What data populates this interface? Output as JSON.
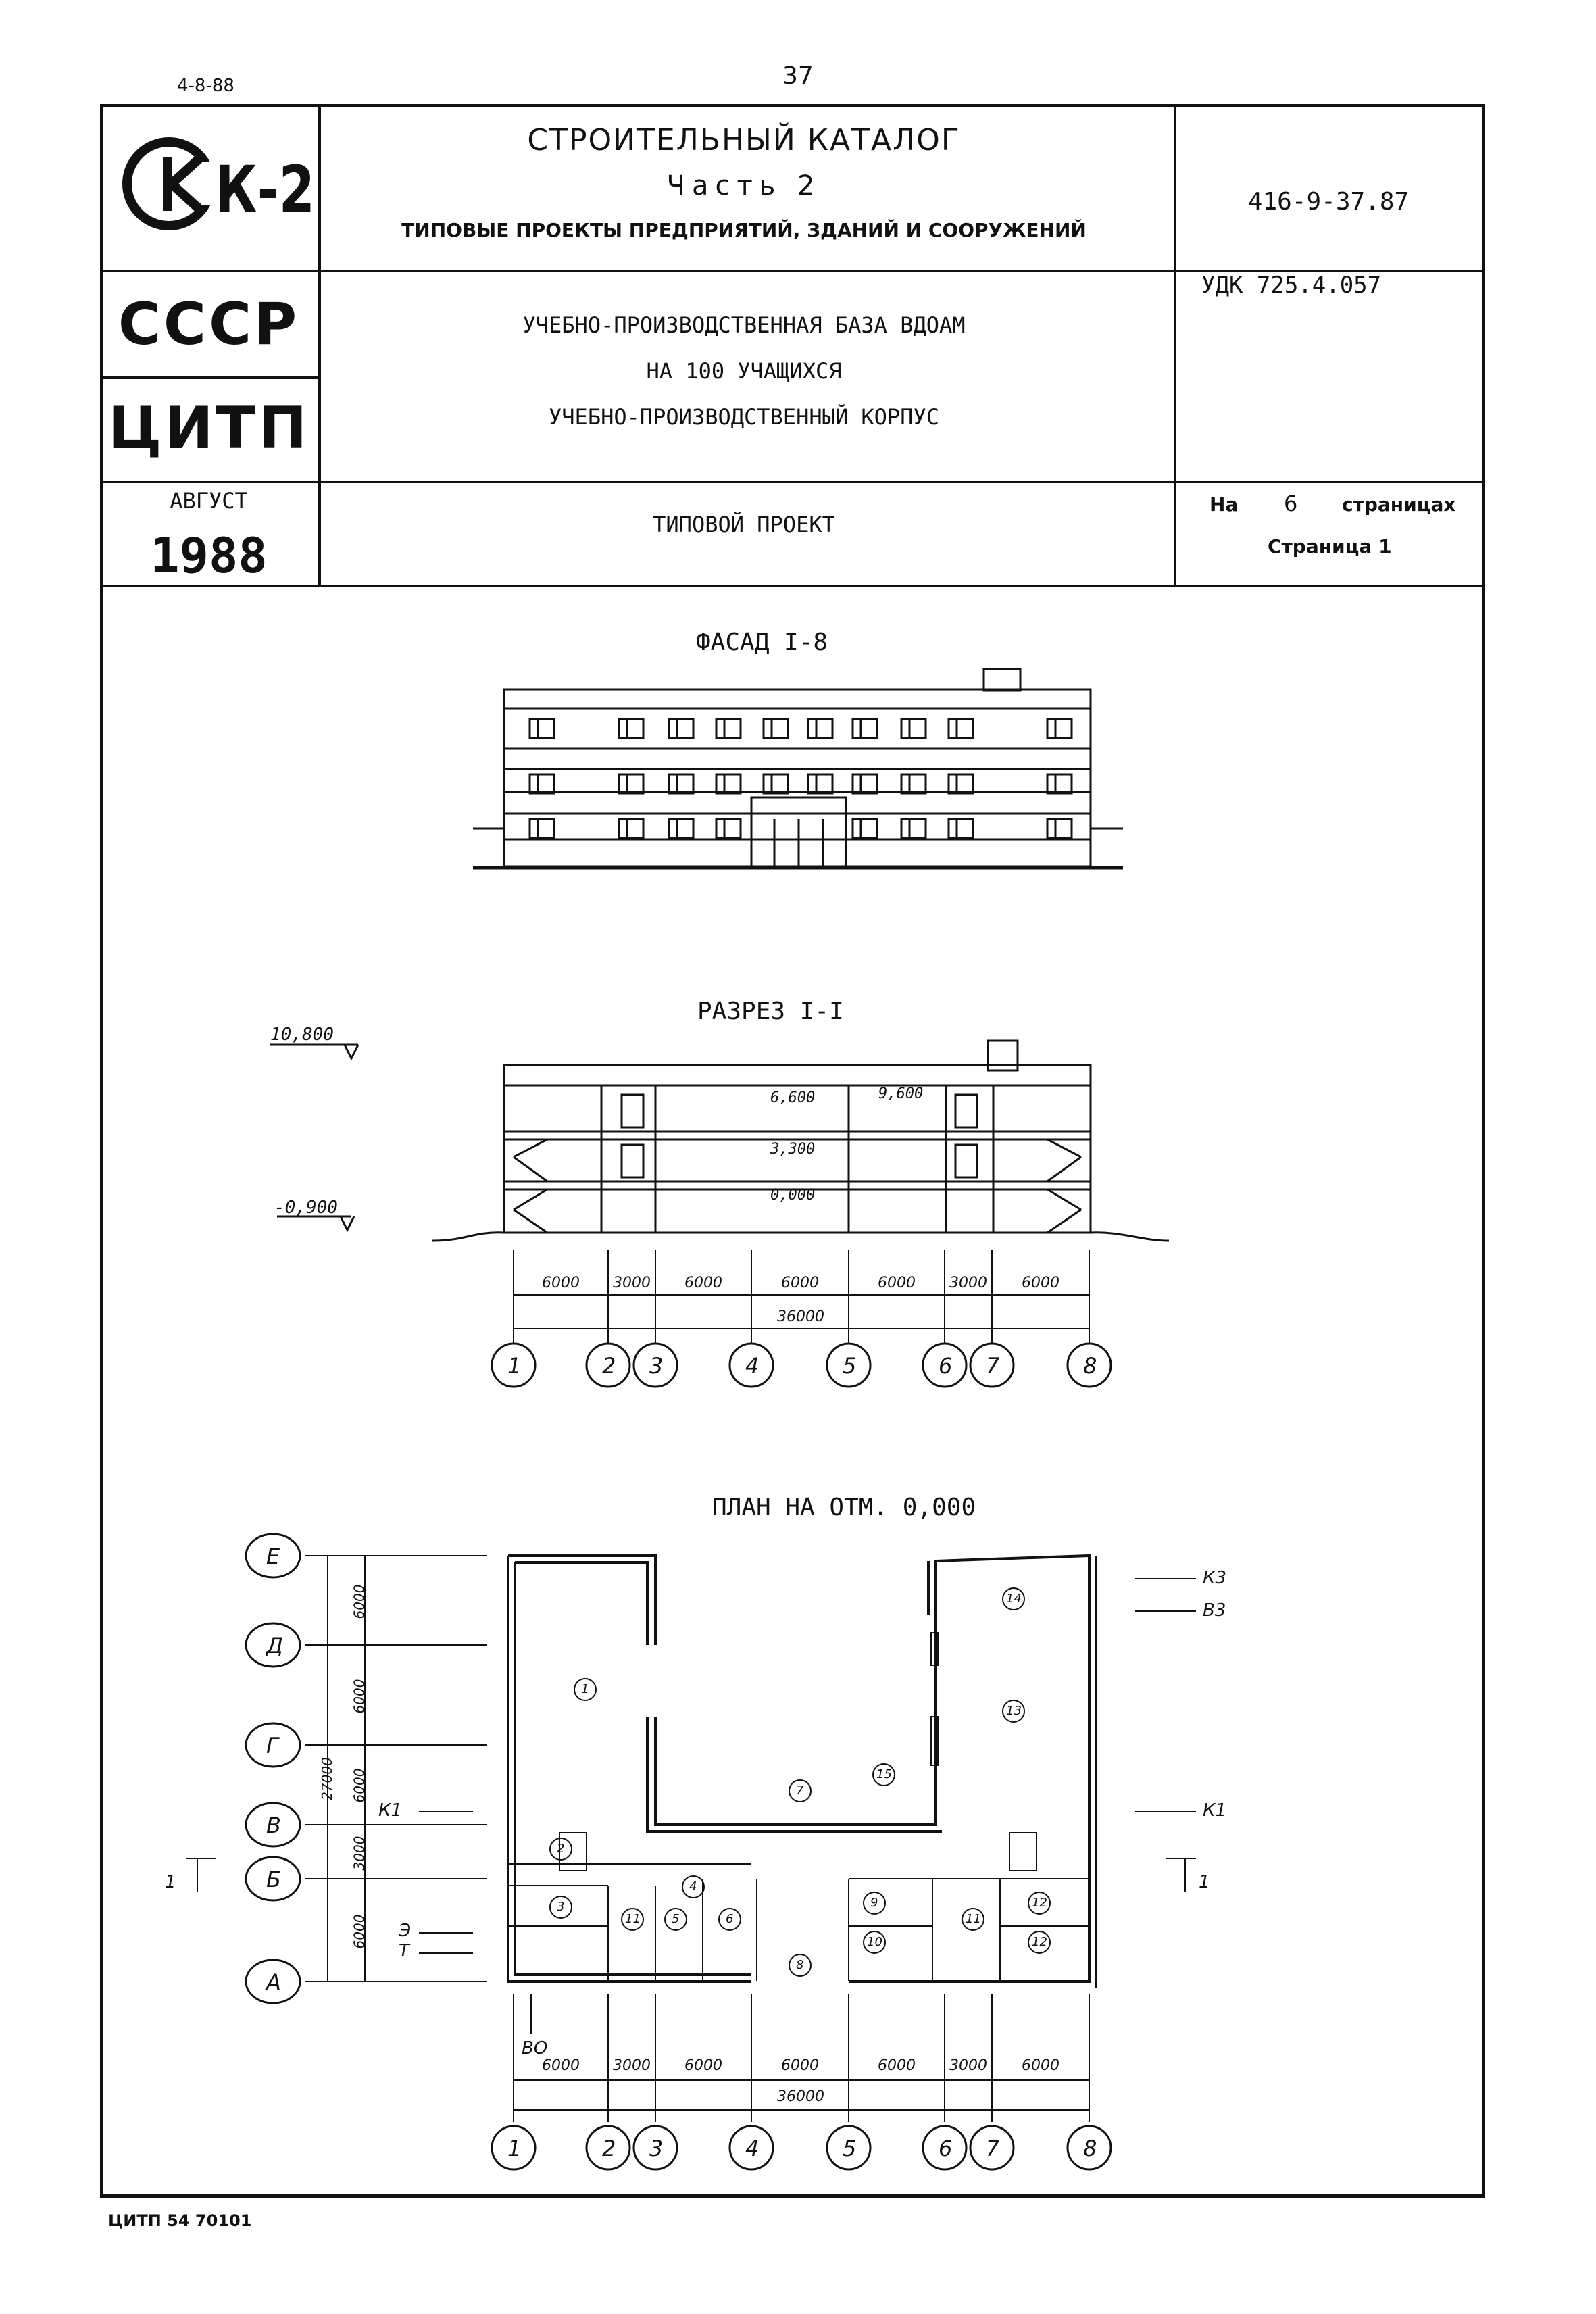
{
  "header": {
    "date_code": "4-8-88",
    "page_number": "37"
  },
  "title_block": {
    "logo_text": "К-2",
    "catalog_title": "СТРОИТЕЛЬНЫЙ КАТАЛОГ",
    "part": "Часть 2",
    "subtitle": "ТИПОВЫЕ ПРОЕКТЫ ПРЕДПРИЯТИЙ, ЗДАНИЙ И СООРУЖЕНИЙ",
    "code": "416-9-37.87",
    "country": "СССР",
    "org": "ЦИТП",
    "udk": "УДК 725.4.057",
    "project_line1": "УЧЕБНО-ПРОИЗВОДСТВЕННАЯ БАЗА ВДОАМ",
    "project_line2": "НА 100 УЧАЩИХСЯ",
    "project_line3": "УЧЕБНО-ПРОИЗВОДСТВЕННЫЙ КОРПУС",
    "month": "АВГУСТ",
    "year": "1988",
    "project_type": "ТИПОВОЙ ПРОЕКТ",
    "pages_prefix": "На",
    "pages_count": "6",
    "pages_suffix": "страницах",
    "page_label": "Страница 1"
  },
  "drawings": {
    "facade_title": "ФАСАД I-8",
    "section_title": "РАЗРЕЗ I-I",
    "plan_title": "ПЛАН НА ОТМ. 0,000",
    "elevations": [
      "10,800",
      "-0,900",
      "6,600",
      "9,600",
      "3,300",
      "0,000"
    ],
    "span_dims": [
      "6000",
      "3000",
      "6000",
      "6000",
      "6000",
      "3000",
      "6000"
    ],
    "total_dim": "36000",
    "axes_x": [
      "1",
      "2",
      "3",
      "4",
      "5",
      "6",
      "7",
      "8"
    ],
    "axes_y": [
      "Е",
      "Д",
      "Г",
      "В",
      "Б",
      "А"
    ],
    "y_dims": [
      "6000",
      "6000",
      "6000",
      "3000",
      "6000"
    ],
    "y_total": "27000",
    "utility_labels": [
      "К3",
      "В3",
      "К1",
      "К1",
      "Э",
      "Т",
      "ВО"
    ],
    "section_marks": [
      "1",
      "1"
    ],
    "rooms": [
      "1",
      "14",
      "13",
      "7",
      "15",
      "2",
      "3",
      "4",
      "5",
      "6",
      "11",
      "8",
      "9",
      "10",
      "11",
      "12",
      "12"
    ]
  },
  "footer": {
    "print_code": "ЦИТП 54 70101"
  }
}
